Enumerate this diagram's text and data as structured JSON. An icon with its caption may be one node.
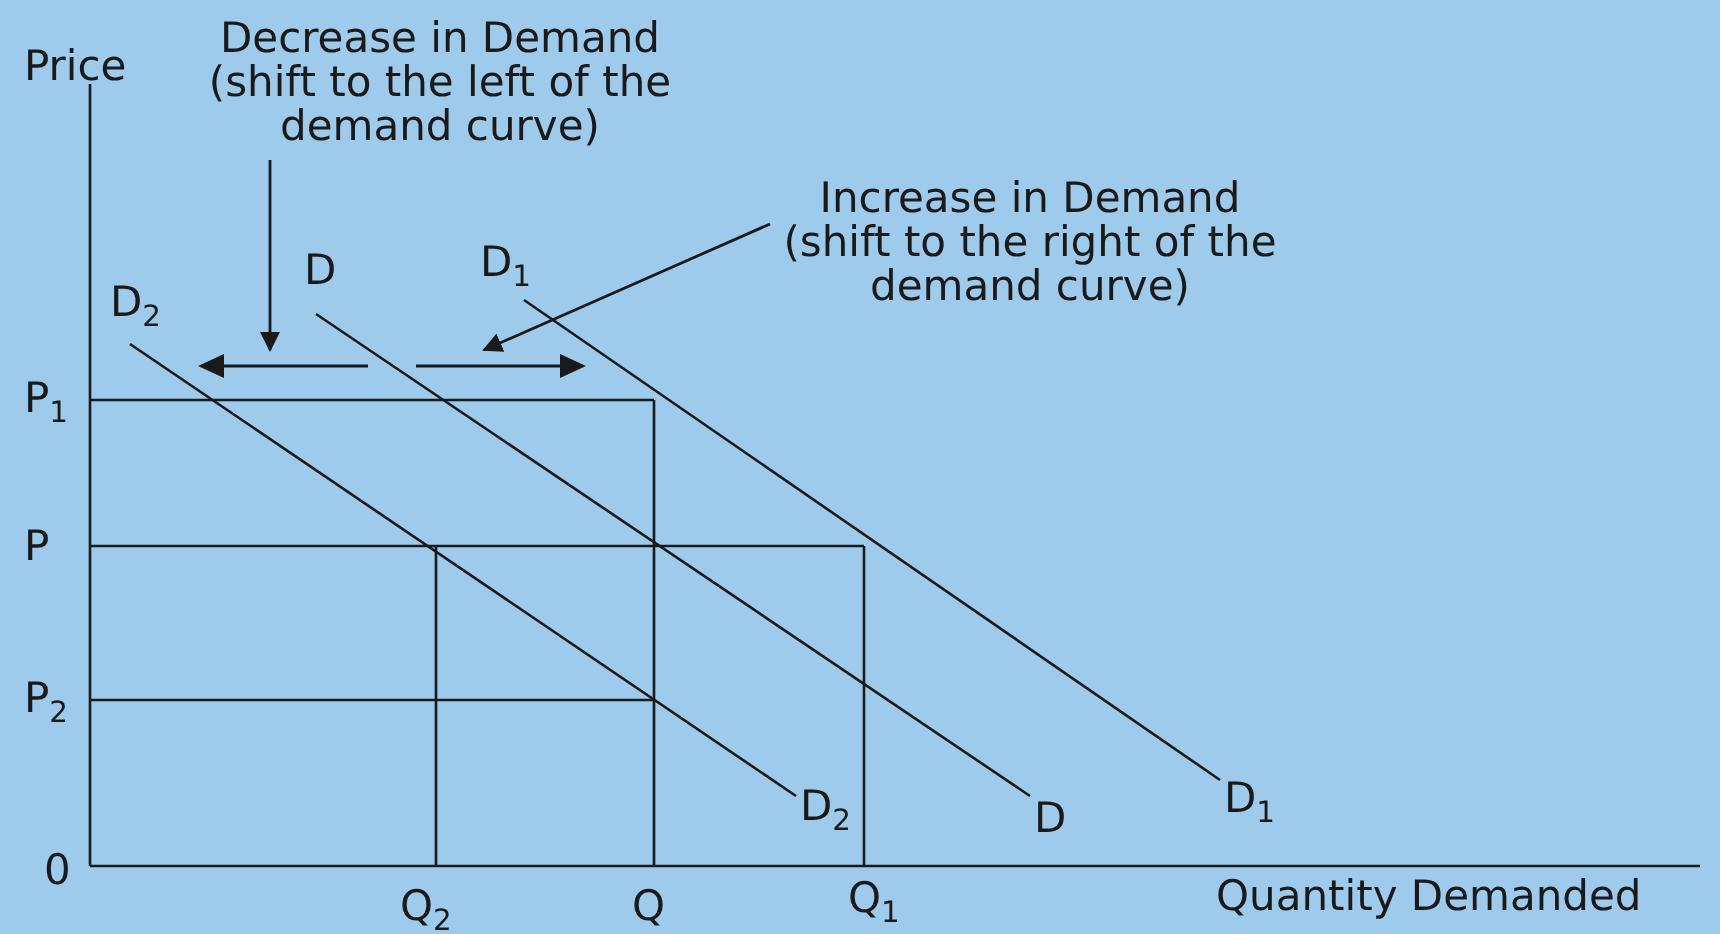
{
  "diagram": {
    "nodes": [
      {
        "text": [
          "Decrease in Demand",
          "(shift to the left of the demand curve)"
        ]
      },
      {
        "text": [],
        "shape": "arrow"
      },
      {
        "text": [
          "Increase in Demand",
          "(shift to the right of the demand curve)"
        ]
      },
      {
        "text": [],
        "shape": "arrow"
      }
    ],
    "edges": [
      {
        "from": 0,
        "to": 1,
        "arrow": "to"
      },
      {
        "from": 2,
        "to": 3,
        "arrow": "to"
      }
    ],
    "labels": [
      "Price",
      "D$_{2}$",
      "D",
      "D$_{1}$",
      "P$_{1}$",
      "P",
      "P$_{2}$",
      "D$_{2}$",
      "D",
      "D$_{1}$",
      "0",
      "Q$_{2}$",
      "Q",
      "Q$_{1}$",
      "Quantity Demanded"
    ]
  }
}
